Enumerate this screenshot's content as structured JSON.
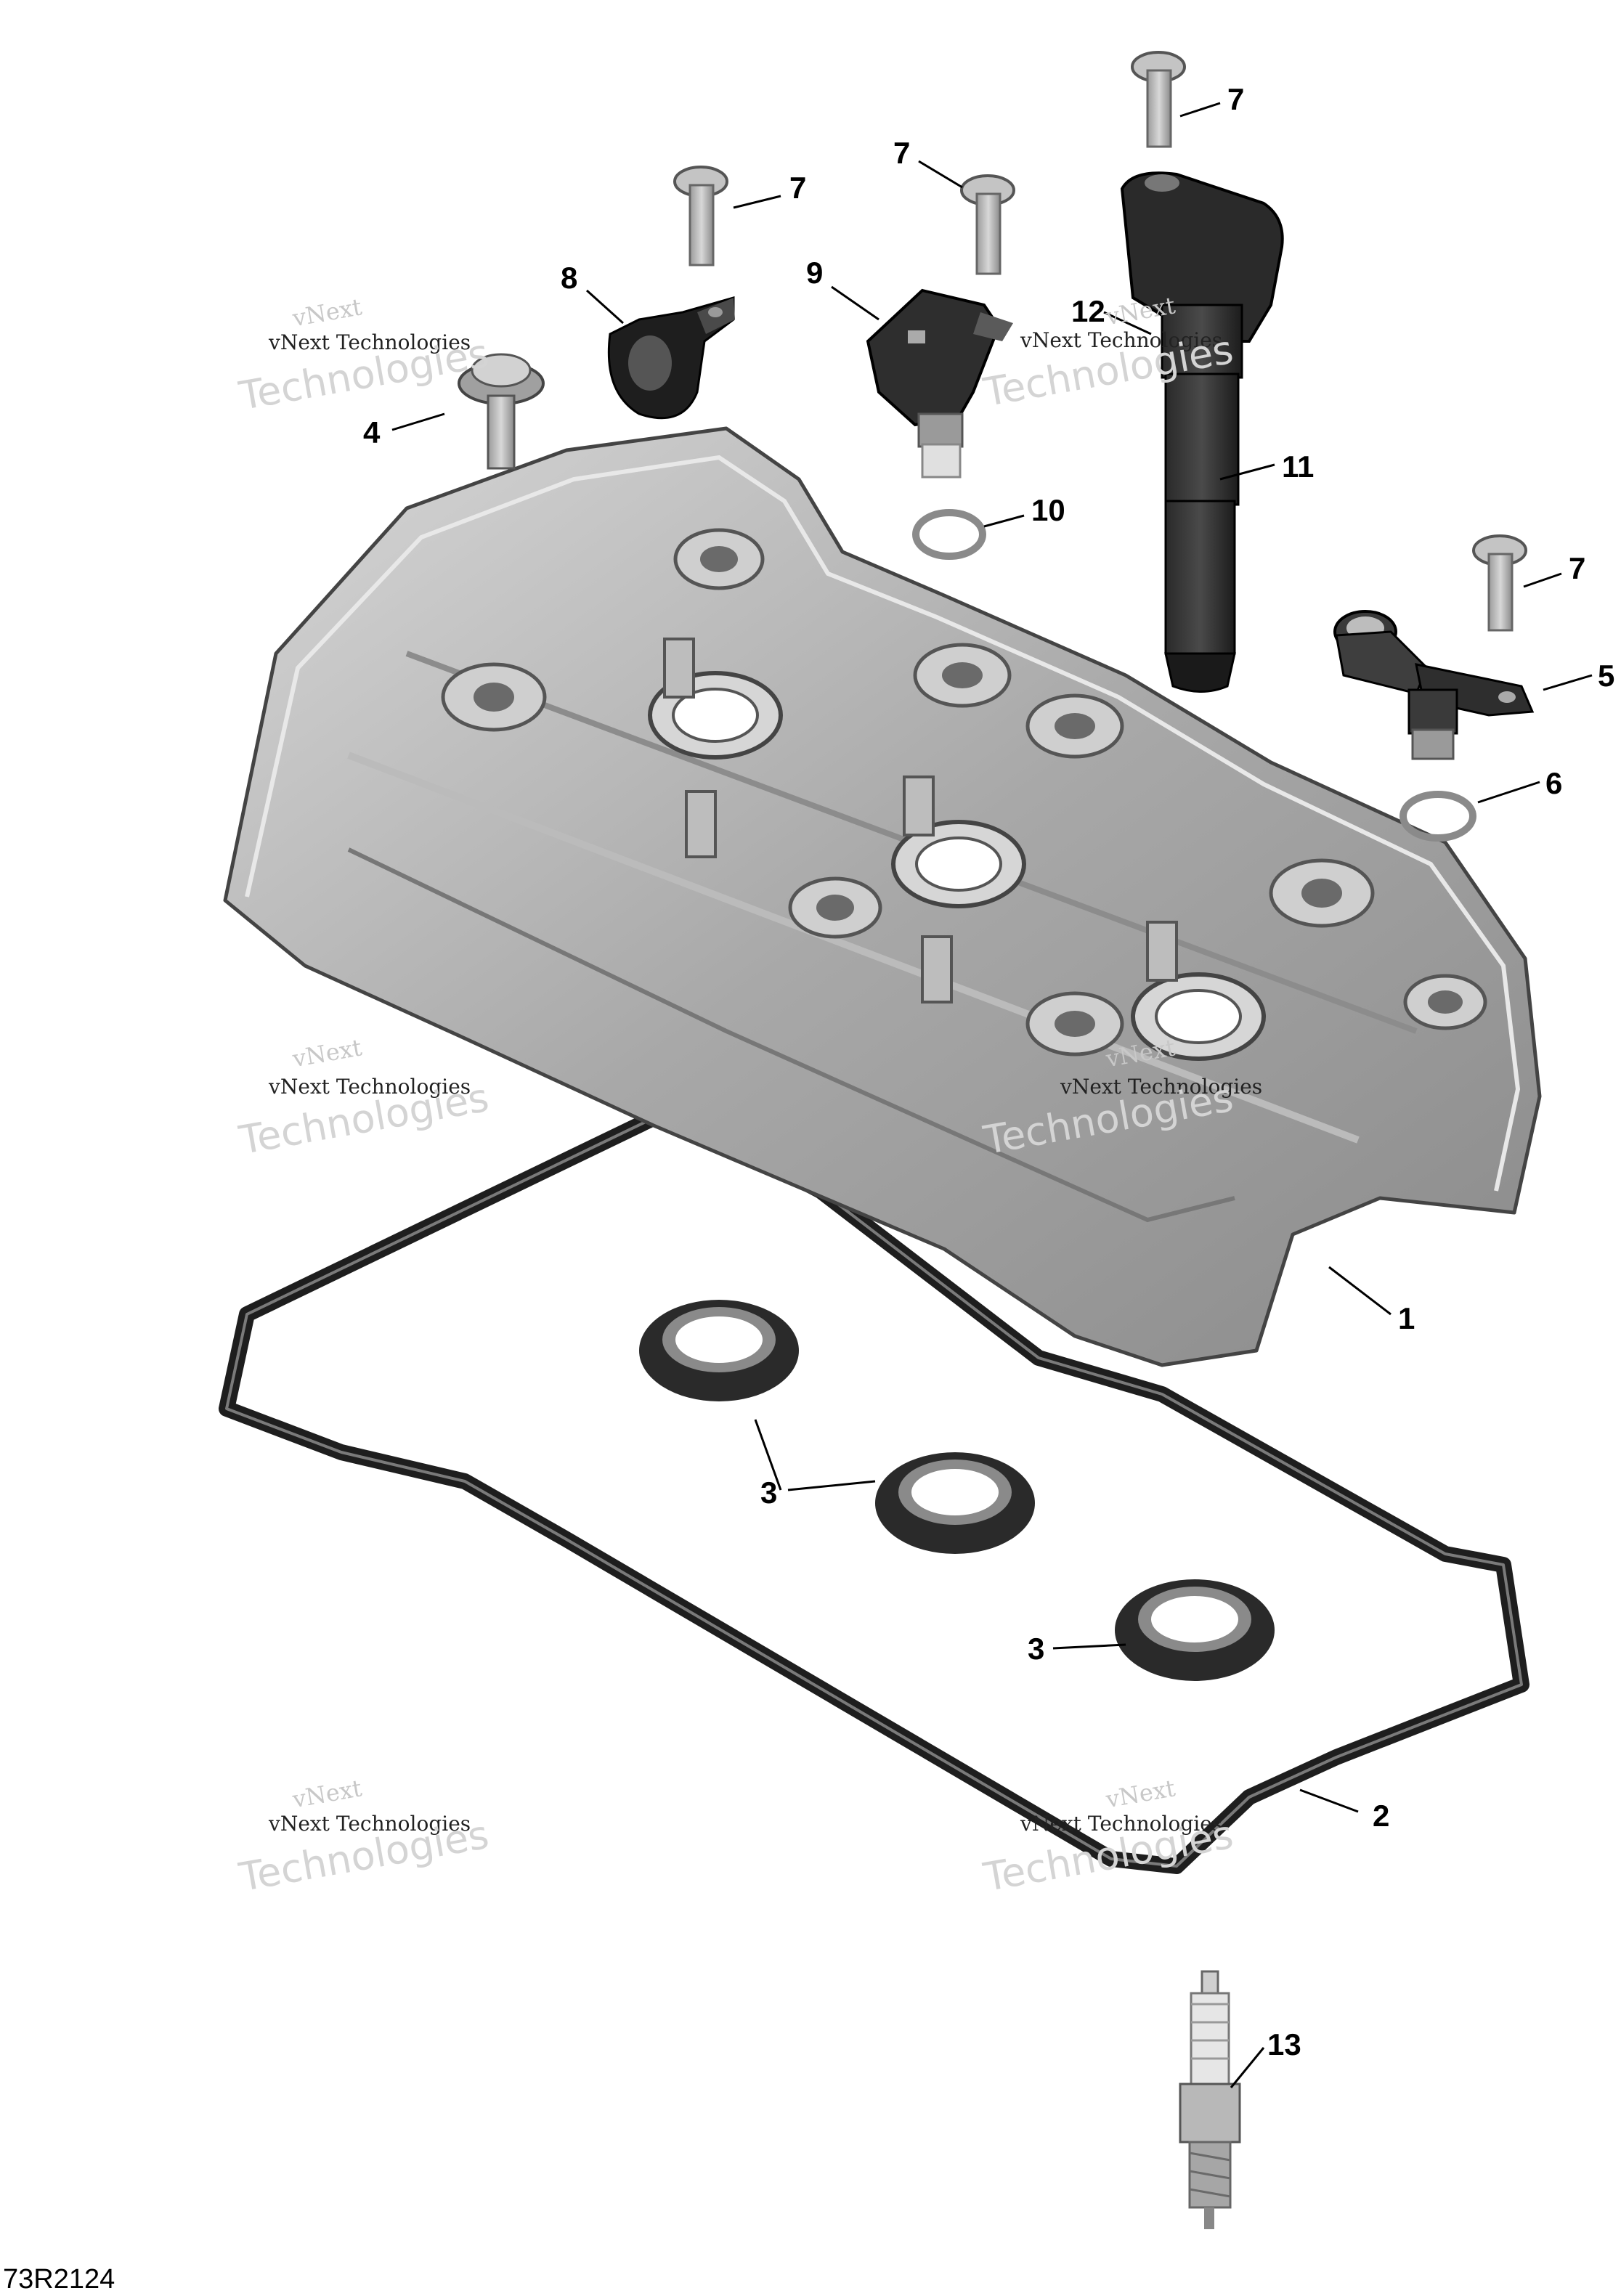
{
  "callouts": [
    "1",
    "2",
    "3",
    "3",
    "4",
    "5",
    "6",
    "7",
    "7",
    "7",
    "7",
    "8",
    "9",
    "10",
    "11",
    "12",
    "13"
  ],
  "watermark": {
    "line1": "vNext",
    "line2": "vNext Technologies",
    "line3": "Technologies"
  },
  "reference_code": "73R2124",
  "colors": {
    "cover": "#a9a9a9",
    "cover_dark": "#6e6e6e",
    "rubber": "#1e1e1e",
    "leader": "#000000"
  }
}
